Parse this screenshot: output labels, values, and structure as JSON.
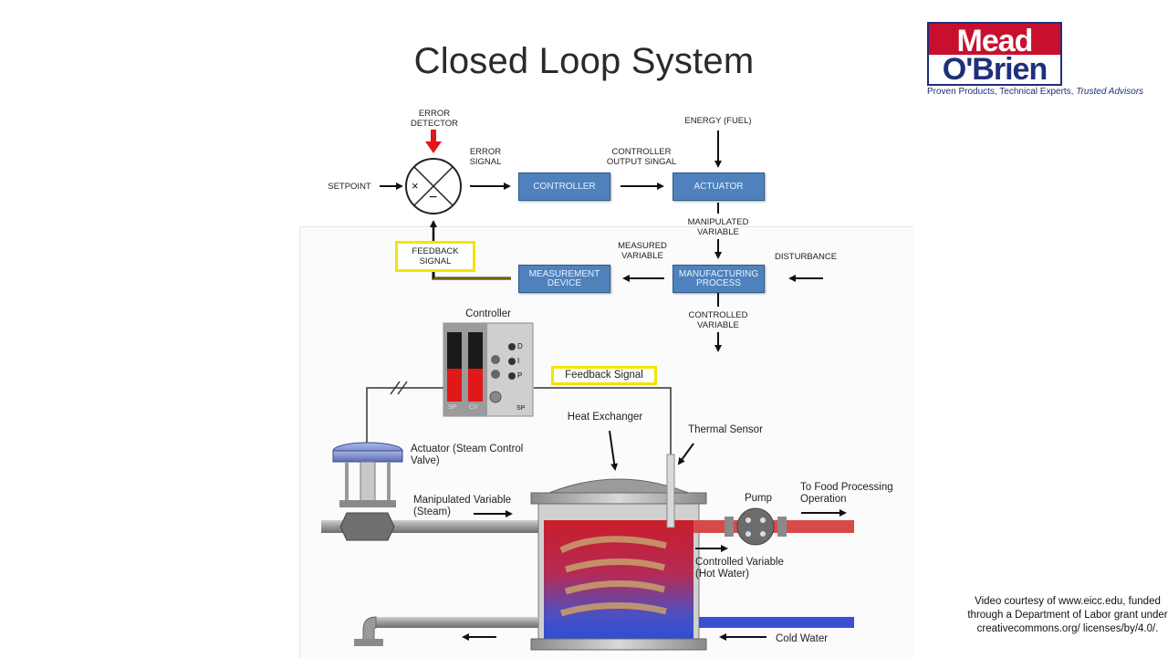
{
  "title": "Closed Loop System",
  "logo": {
    "line1": "Mead",
    "line2": "O'Brien",
    "tagline_plain": "Proven Products, Technical Experts, ",
    "tagline_italic": "Trusted Advisors"
  },
  "credit": "Video courtesy of www.eicc.edu, funded through a Department of Labor grant under creativecommons.org/ licenses/by/4.0/.",
  "block_diagram": {
    "error_detector": "ERROR DETECTOR",
    "error_signal": "ERROR SIGNAL",
    "setpoint": "SETPOINT",
    "controller": "CONTROLLER",
    "controller_output": "CONTROLLER OUTPUT SINGAL",
    "actuator": "ACTUATOR",
    "energy": "ENERGY (FUEL)",
    "manipulated_variable": "MANIPULATED VARIABLE",
    "manufacturing_process": "MANUFACTURING PROCESS",
    "disturbance": "DISTURBANCE",
    "measured_variable": "MEASURED VARIABLE",
    "measurement_device": "MEASUREMENT DEVICE",
    "feedback_signal": "FEEDBACK SIGNAL",
    "controlled_variable": "CONTROLLED VARIABLE",
    "summing_times": "×",
    "summing_minus": "−"
  },
  "process_diagram": {
    "controller": "Controller",
    "feedback_signal": "Feedback Signal",
    "heat_exchanger": "Heat Exchanger",
    "thermal_sensor": "Thermal Sensor",
    "actuator": "Actuator (Steam Control Valve)",
    "manipulated_variable": "Manipulated Variable (Steam)",
    "pump": "Pump",
    "to_food": "To Food Processing Operation",
    "controlled_variable": "Controlled Variable (Hot Water)",
    "cold_water": "Cold Water",
    "controller_buttons": [
      "D",
      "I",
      "P",
      "SP"
    ],
    "bar_labels": [
      "SP",
      "CV"
    ]
  },
  "colors": {
    "block_fill": "#4f82bd",
    "error_arrow": "#e3161b",
    "highlight": "#f2e600",
    "logo_red": "#c8102e",
    "logo_blue": "#1f2f7a"
  }
}
